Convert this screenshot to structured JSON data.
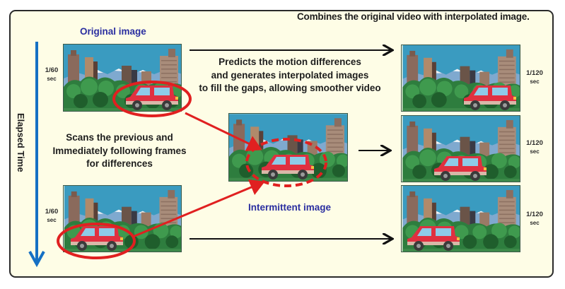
{
  "diagram": {
    "title": "Combines the original video with interpolated image.",
    "labels": {
      "original_image": "Original image",
      "intermittent_image": "Intermittent image",
      "elapsed_time": "Elapsed Time"
    },
    "descriptions": {
      "predicts": [
        "Predicts the motion differences",
        "and generates interpolated images",
        "to fill the gaps, allowing smoother video"
      ],
      "scans": [
        "Scans the previous and",
        "Immediately following frames",
        "for differences"
      ]
    },
    "left_frames": [
      {
        "rate": "1/60",
        "unit": "sec",
        "car_position": "right"
      },
      {
        "rate": "1/60",
        "unit": "sec",
        "car_position": "left"
      }
    ],
    "middle_frame": {
      "car_position": "center",
      "highlight": "dashed-ellipse"
    },
    "right_frames": [
      {
        "rate": "1/120",
        "unit": "sec",
        "car_position": "right"
      },
      {
        "rate": "1/120",
        "unit": "sec",
        "car_position": "center"
      },
      {
        "rate": "1/120",
        "unit": "sec",
        "car_position": "left"
      }
    ],
    "colors": {
      "background": "#fefde6",
      "border": "#2a2a2a",
      "blue_label": "#2a2ea0",
      "time_arrow": "#1570c4",
      "highlight_red": "#e02020",
      "sky": "#3a9bc0",
      "trees": "#2e7d3e",
      "car_body": "#e03040"
    }
  }
}
